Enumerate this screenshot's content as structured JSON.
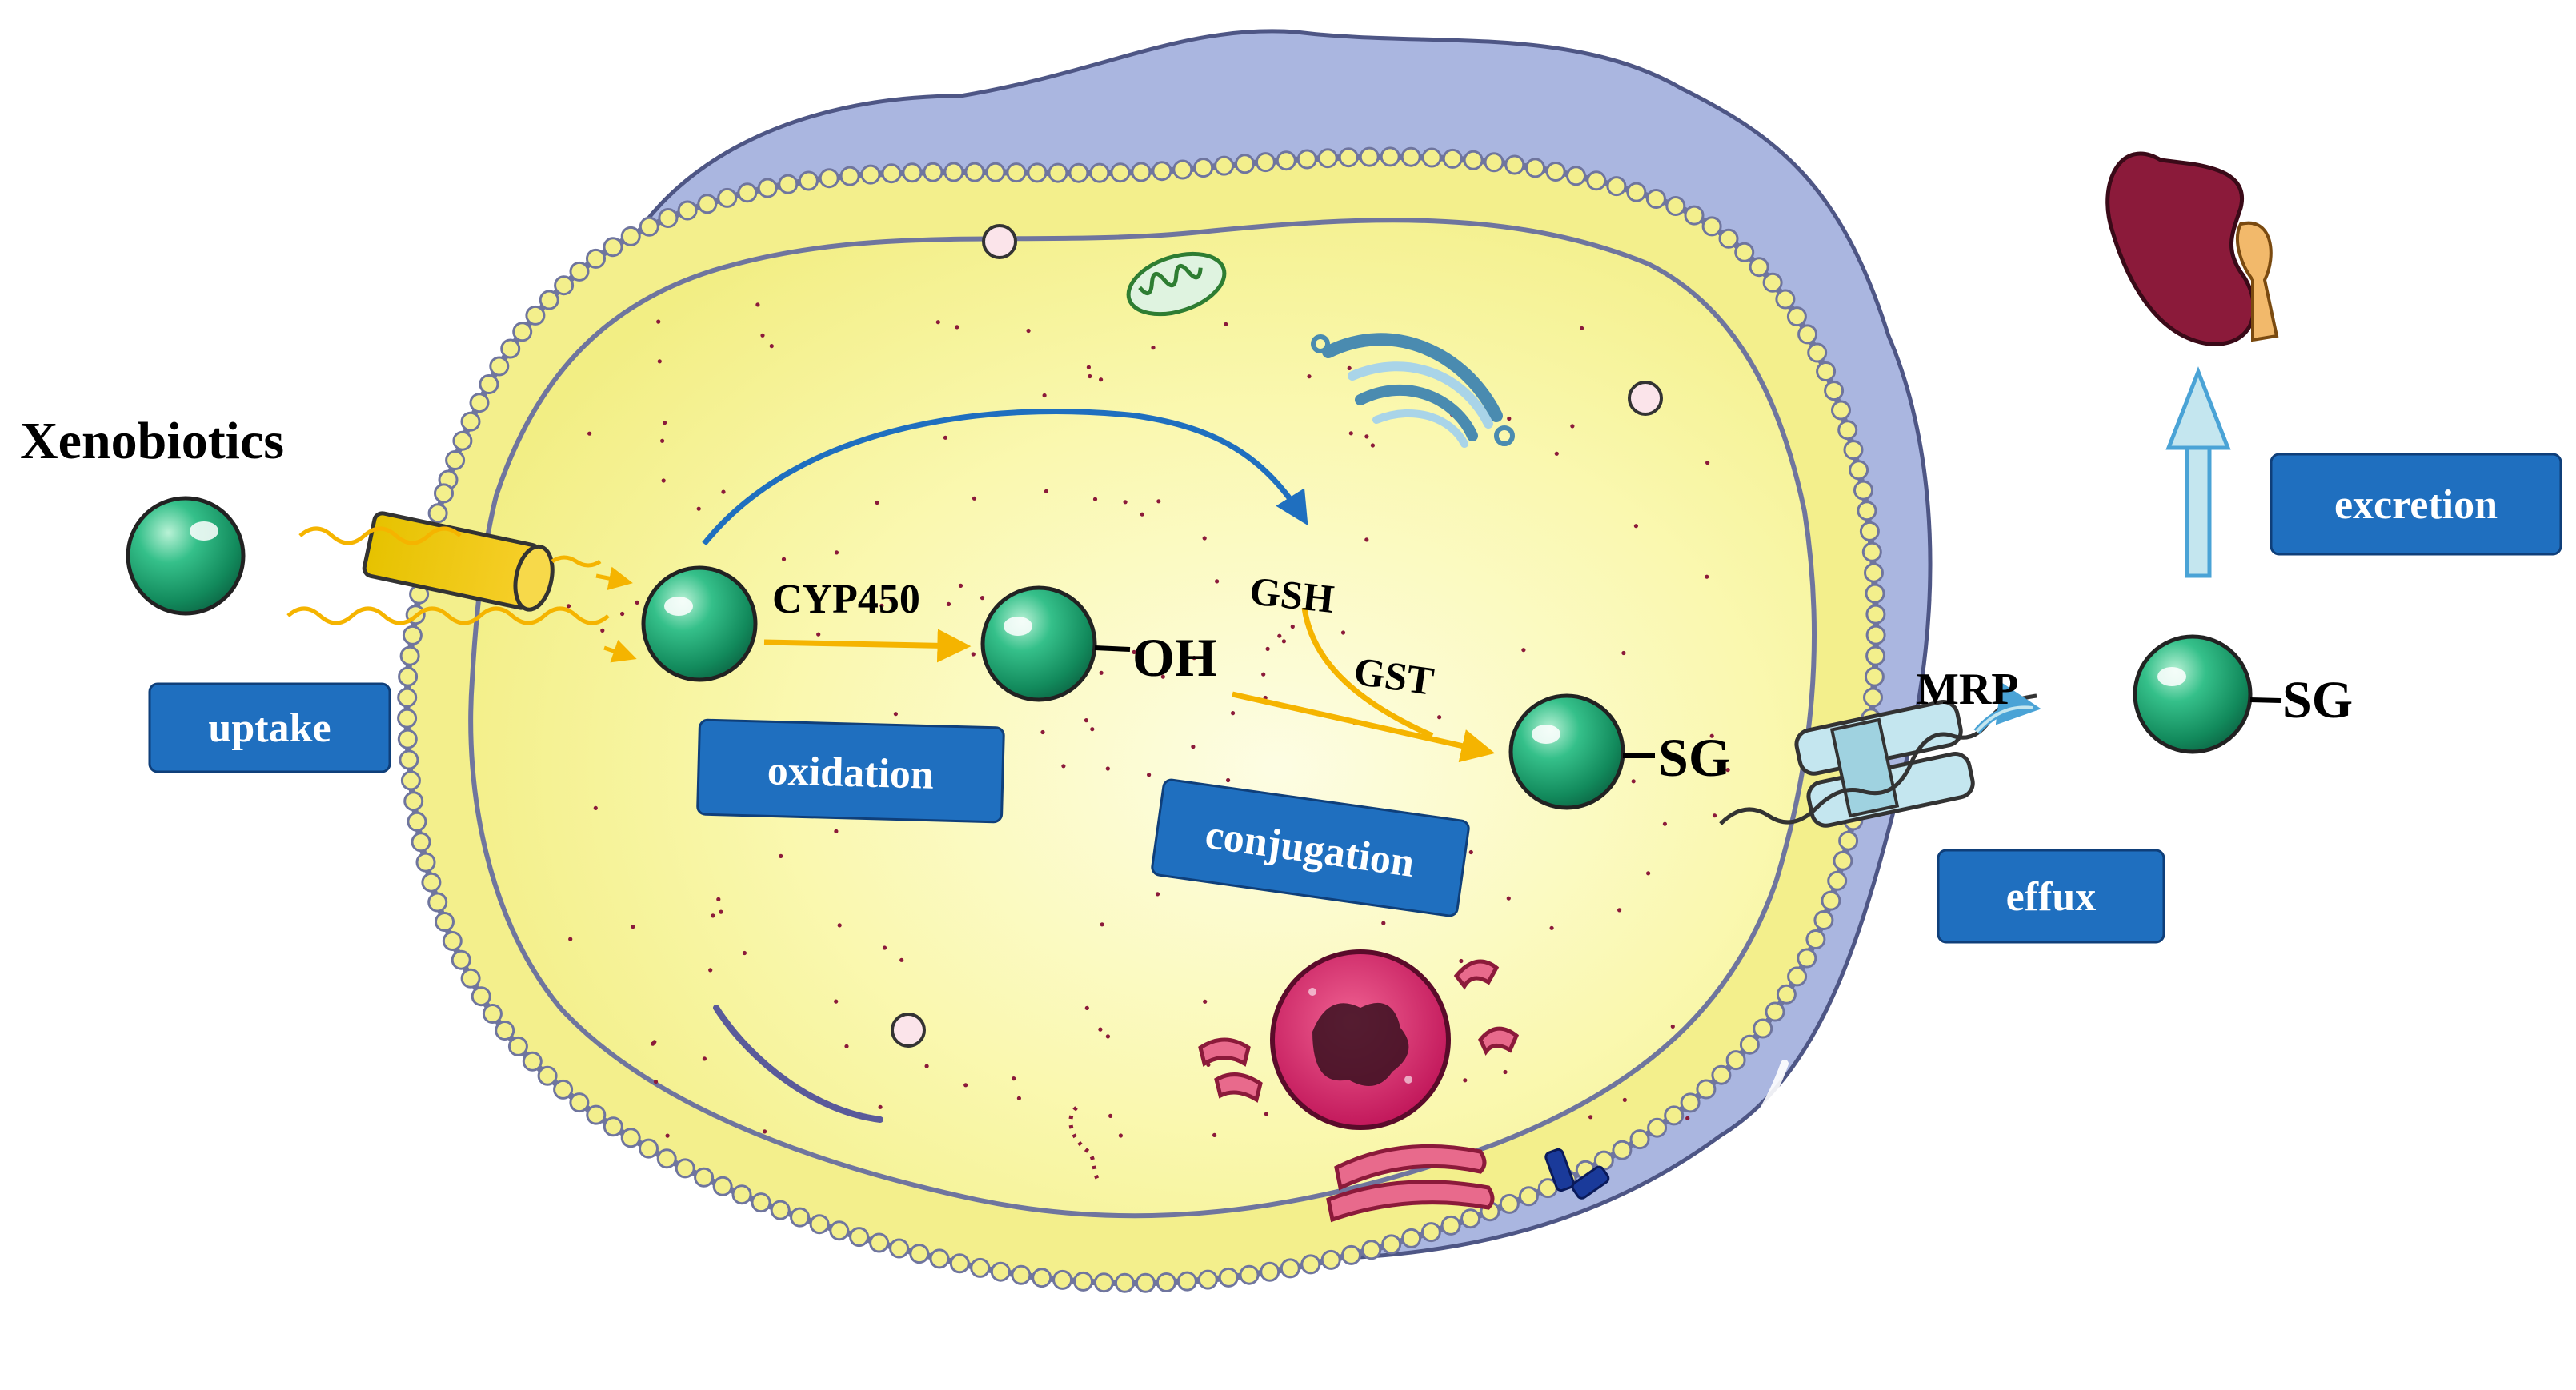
{
  "diagram": {
    "labels": {
      "xenobiotics": "Xenobiotics",
      "cyp450": "CYP450",
      "oh": "OH",
      "gsh": "GSH",
      "gst": "GST",
      "sg_inside": "SG",
      "mrp": "MRP",
      "sg_outside": "SG"
    },
    "badges": {
      "uptake": "uptake",
      "oxidation": "oxidation",
      "conjugation": "conjugation",
      "effux": "effux",
      "excretion": "excretion"
    },
    "colors": {
      "badge": "#1f6fbf",
      "cytoplasm": "#f7f59a",
      "membrane_bead": "#f3ef8c",
      "membrane_line": "#7a80a8",
      "outer_cell": "#aab6e0",
      "arrow_yellow": "#f5b400",
      "arrow_blue": "#1f6fbf",
      "sphere": "#1aa870",
      "kidney": "#8b1a3a",
      "nucleus": "#d81b5f",
      "mrp_channel": "#c4e6ef"
    }
  }
}
